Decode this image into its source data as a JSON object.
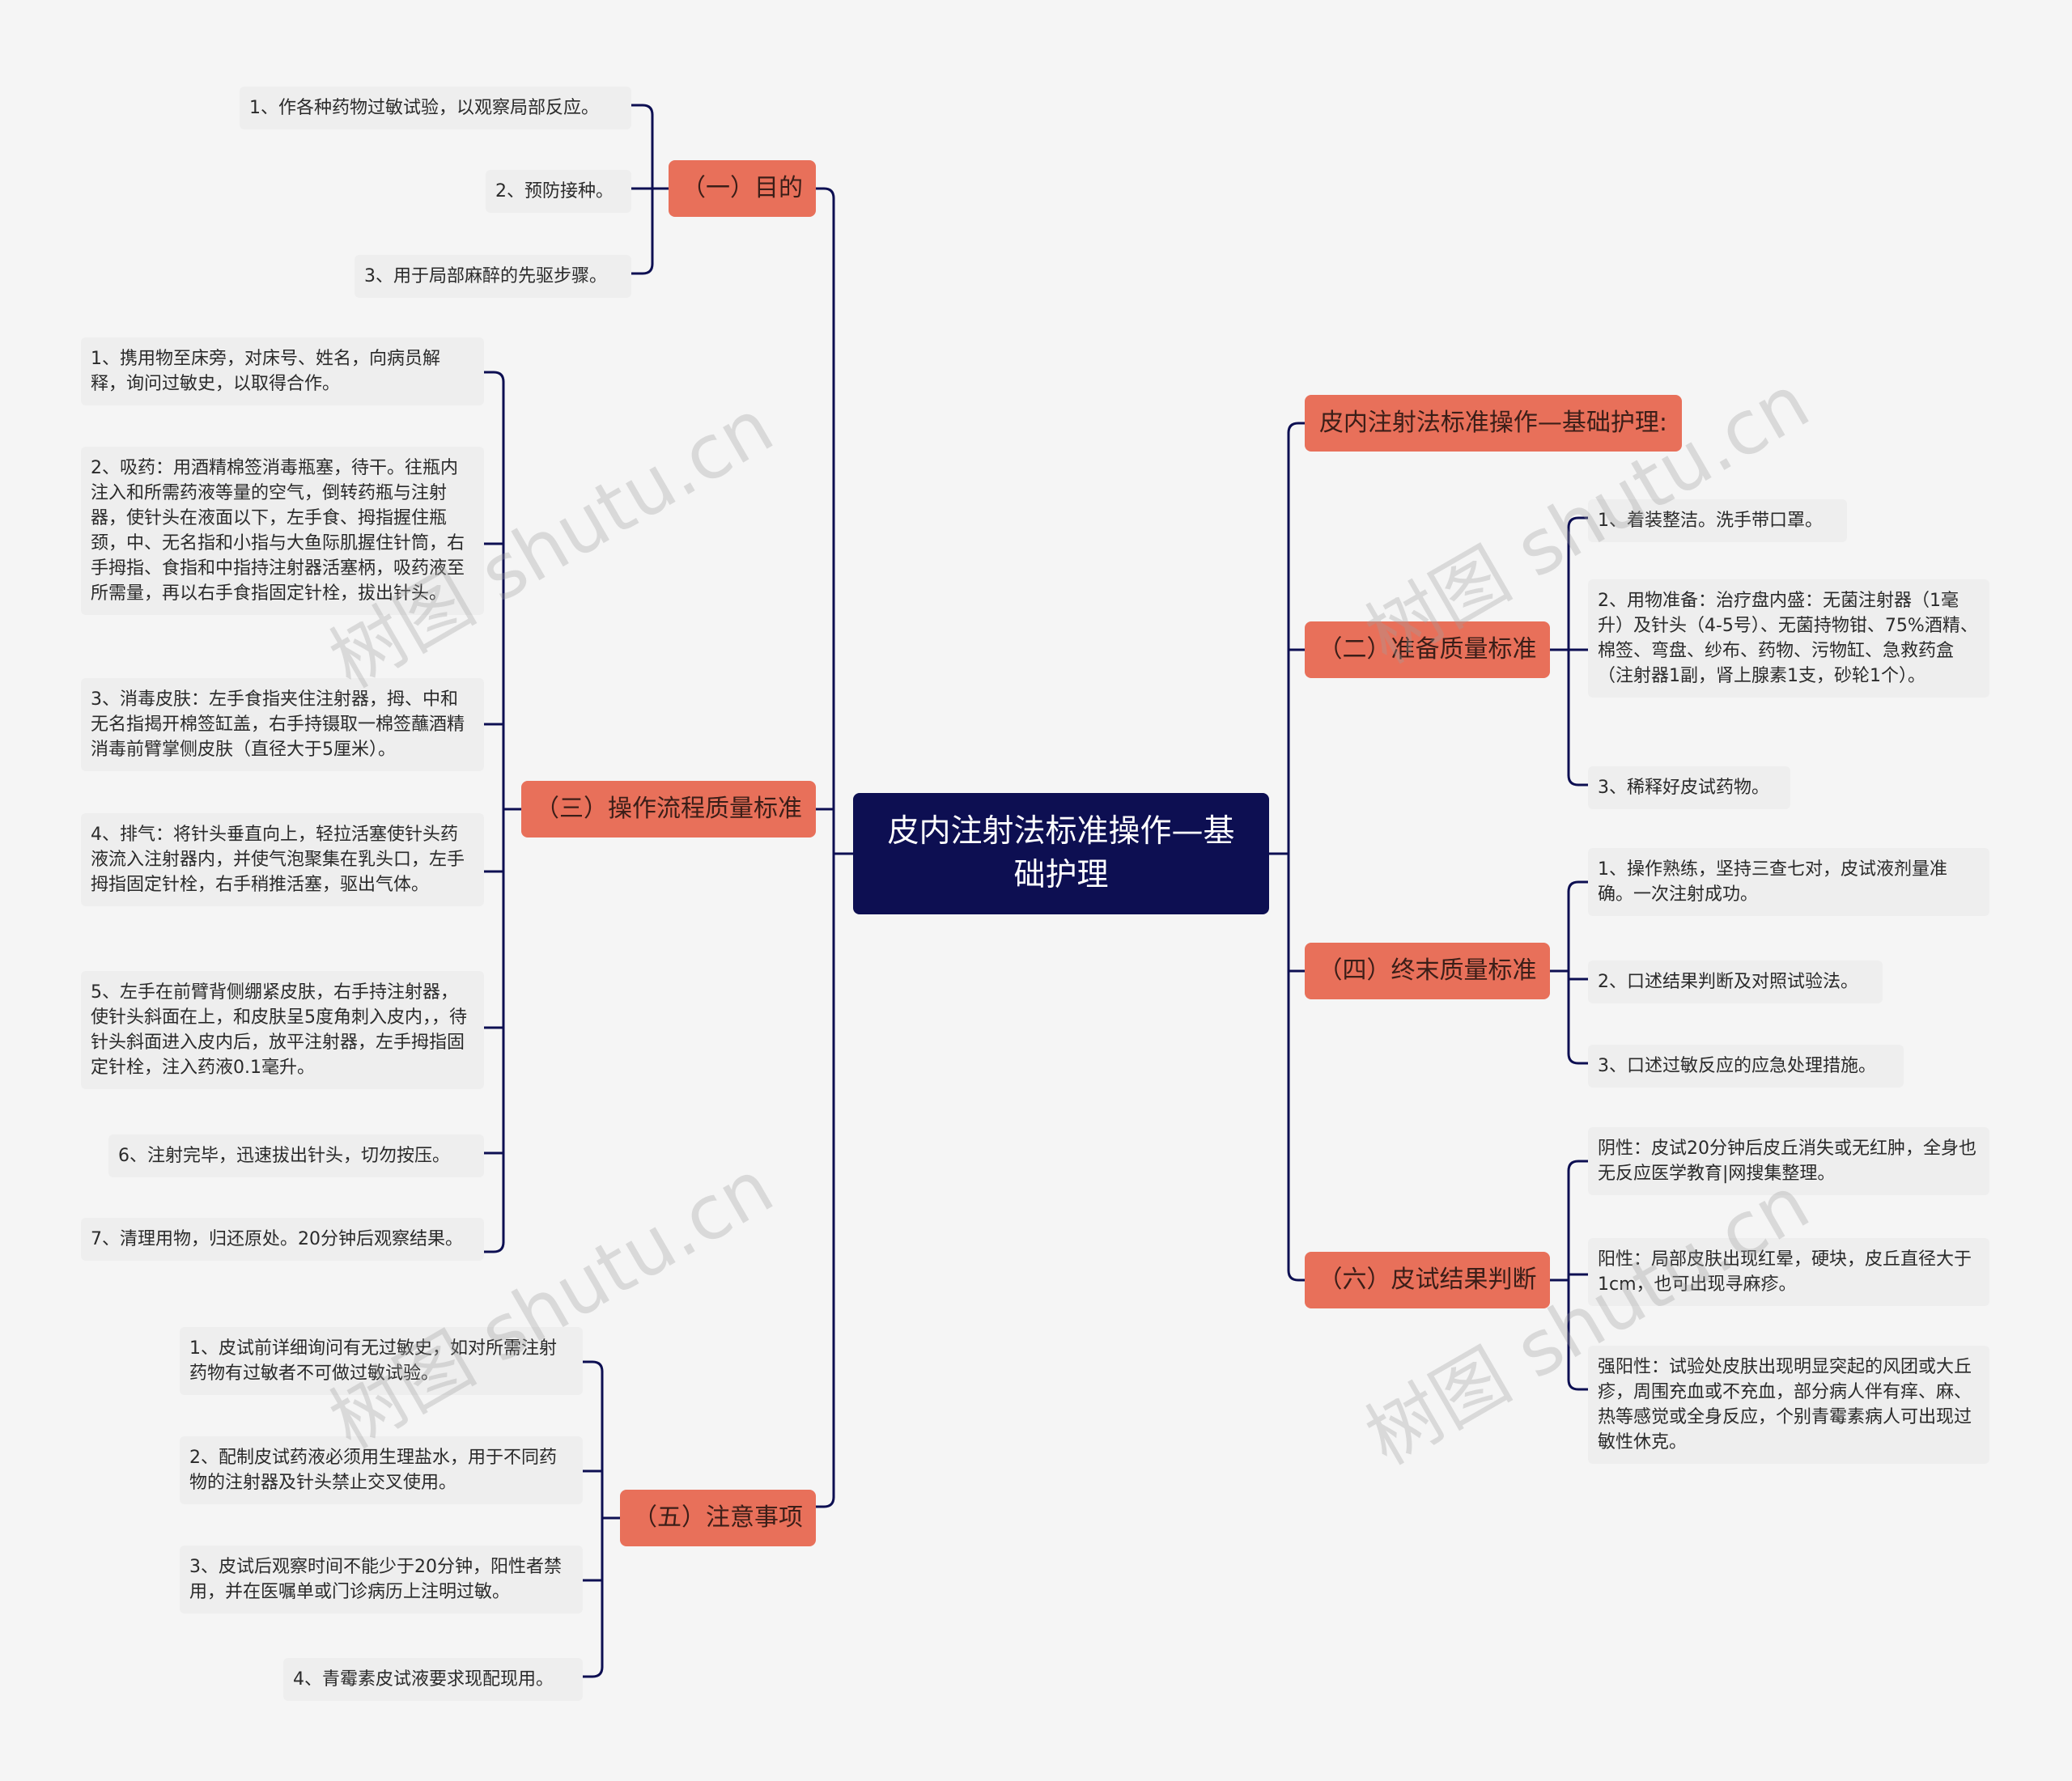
{
  "root": {
    "label": "皮内注射法标准操作—基础护理"
  },
  "watermark": "树图 shutu.cn",
  "colors": {
    "root_bg": "#0d0f52",
    "branch_bg": "#e8705a",
    "leaf_bg": "#eeeeee",
    "line": "#0d0f52",
    "background": "#f5f5f5"
  },
  "branches": {
    "purpose": {
      "label": "（一）目的",
      "items": [
        "1、作各种药物过敏试验，以观察局部反应。",
        "2、预防接种。",
        "3、用于局部麻醉的先驱步骤。"
      ]
    },
    "operation": {
      "label": "（三）操作流程质量标准",
      "items": [
        "1、携用物至床旁，对床号、姓名，向病员解释，询问过敏史，以取得合作。",
        "2、吸药：用酒精棉签消毒瓶塞，待干。往瓶内注入和所需药液等量的空气，倒转药瓶与注射器，使针头在液面以下，左手食、拇指握住瓶颈，中、无名指和小指与大鱼际肌握住针筒，右手拇指、食指和中指持注射器活塞柄，吸药液至所需量，再以右手食指固定针栓，拔出针头。",
        "3、消毒皮肤：左手食指夹住注射器，拇、中和无名指揭开棉签缸盖，右手持镊取一棉签蘸酒精消毒前臂掌侧皮肤（直径大于5厘米）。",
        "4、排气：将针头垂直向上，轻拉活塞使针头药液流入注射器内，并使气泡聚集在乳头口，左手拇指固定针栓，右手稍推活塞，驱出气体。",
        "5、左手在前臂背侧绷紧皮肤，右手持注射器，使针头斜面在上，和皮肤呈5度角刺入皮内，，待针头斜面进入皮内后，放平注射器，左手拇指固定针栓，注入药液0.1毫升。",
        "6、注射完毕，迅速拔出针头，切勿按压。",
        "7、清理用物，归还原处。20分钟后观察结果。"
      ]
    },
    "notes": {
      "label": "（五）注意事项",
      "items": [
        "1、皮试前详细询问有无过敏史，如对所需注射药物有过敏者不可做过敏试验。",
        "2、配制皮试药液必须用生理盐水，用于不同药物的注射器及针头禁止交叉使用。",
        "3、皮试后观察时间不能少于20分钟，阳性者禁用，并在医嘱单或门诊病历上注明过敏。",
        "4、青霉素皮试液要求现配现用。"
      ]
    },
    "title_branch": {
      "label": "皮内注射法标准操作—基础护理:"
    },
    "preparation": {
      "label": "（二）准备质量标准",
      "items": [
        "1、着装整洁。洗手带口罩。",
        "2、用物准备：治疗盘内盛：无菌注射器（1毫升）及针头（4-5号）、无菌持物钳、75%酒精、棉签、弯盘、纱布、药物、污物缸、急救药盒（注射器1副，肾上腺素1支，砂轮1个）。",
        "3、稀释好皮试药物。"
      ]
    },
    "final": {
      "label": "（四）终末质量标准",
      "items": [
        "1、操作熟练，坚持三查七对，皮试液剂量准确。一次注射成功。",
        "2、口述结果判断及对照试验法。",
        "3、口述过敏反应的应急处理措施。"
      ]
    },
    "result": {
      "label": "（六）皮试结果判断",
      "items": [
        "阴性：皮试20分钟后皮丘消失或无红肿，全身也无反应医学教育|网搜集整理。",
        "阳性：局部皮肤出现红晕，硬块，皮丘直径大于1cm，也可出现寻麻疹。",
        "强阳性：试验处皮肤出现明显突起的风团或大丘疹，周围充血或不充血，部分病人伴有痒、麻、热等感觉或全身反应，个别青霉素病人可出现过敏性休克。"
      ]
    }
  }
}
